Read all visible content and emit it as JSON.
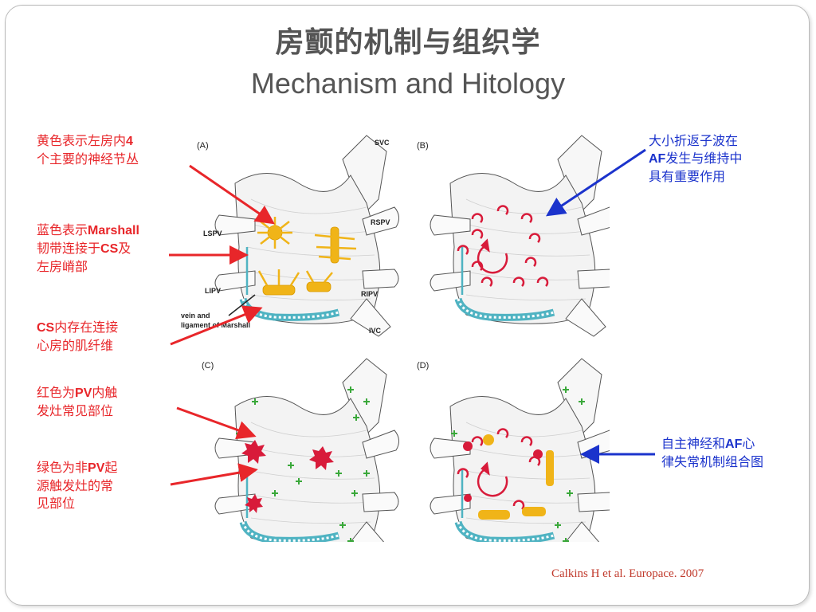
{
  "slide": {
    "title_cn": "房颤的机制与组织学",
    "title_en": "Mechanism and Hitology",
    "citation": "Calkins H et al. Europace. 2007"
  },
  "notes": {
    "yellow": {
      "line1_pre": "黄色表示左房内",
      "line1_num": "4",
      "line2": "个主要的神经节丛"
    },
    "blue": {
      "line1_pre": "蓝色表示",
      "line1_en": "Marshall",
      "line2_pre": "韧带连接于",
      "line2_en": "CS",
      "line2_post": "及",
      "line3": "左房嵴部"
    },
    "cs": {
      "line1_en": "CS",
      "line1_post": "内存在连接",
      "line2": "心房的肌纤维"
    },
    "red": {
      "line1_pre": "红色为",
      "line1_en": "PV",
      "line1_post": "内触",
      "line2": "发灶常见部位"
    },
    "green": {
      "line1_pre": "绿色为非",
      "line1_en": "PV",
      "line1_post": "起",
      "line2": "源触发灶的常",
      "line3": "见部位"
    },
    "reentry": {
      "line1": "大小折返子波在",
      "line2_en": "AF",
      "line2_post": "发生与维持中",
      "line3": "具有重要作用"
    },
    "combined": {
      "line1_pre": "自主神经和",
      "line1_en": "AF",
      "line1_post": "心",
      "line2": "律失常机制组合图"
    }
  },
  "diagram": {
    "panels": [
      "(A)",
      "(B)",
      "(C)",
      "(D)"
    ],
    "anatomy": {
      "svc": "SVC",
      "lspv": "LSPV",
      "rspv": "RSPV",
      "lipv": "LIPV",
      "ripv": "RIPV",
      "ivc": "IVC",
      "marshall_line1": "vein and",
      "marshall_line2": "ligament of Marshall"
    }
  },
  "colors": {
    "title": "#555555",
    "note_red": "#e8262a",
    "note_blue": "#1b33cc",
    "arrow_red": "#e8262a",
    "arrow_blue": "#1b33cc",
    "ganglia": "#f0b418",
    "trigger_red": "#d81b3a",
    "trigger_green": "#3aa83a",
    "cs_teal": "#4fb3c2"
  }
}
